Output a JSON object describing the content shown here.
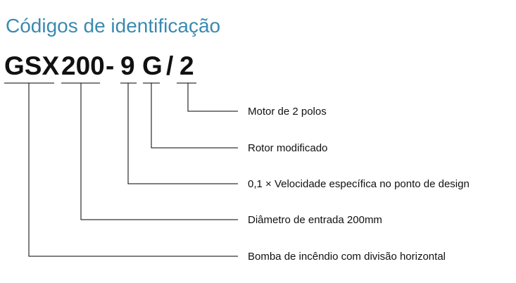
{
  "title": "Códigos de identificação",
  "colors": {
    "title": "#3a8ab0",
    "code": "#111111",
    "line": "#000000",
    "text": "#111111"
  },
  "code": {
    "seg_gsx": "GSX",
    "seg_200": "200",
    "seg_dash": "-",
    "seg_9": "9",
    "seg_g": "G",
    "seg_slash": "/",
    "seg_2": "2"
  },
  "descriptions": {
    "poles": "Motor de 2 polos",
    "rotor": "Rotor modificado",
    "speed": "0,1 × Velocidade específica no ponto de design",
    "diameter": "Diâmetro de entrada 200mm",
    "pump": "Bomba de incêndio com divisão horizontal"
  }
}
